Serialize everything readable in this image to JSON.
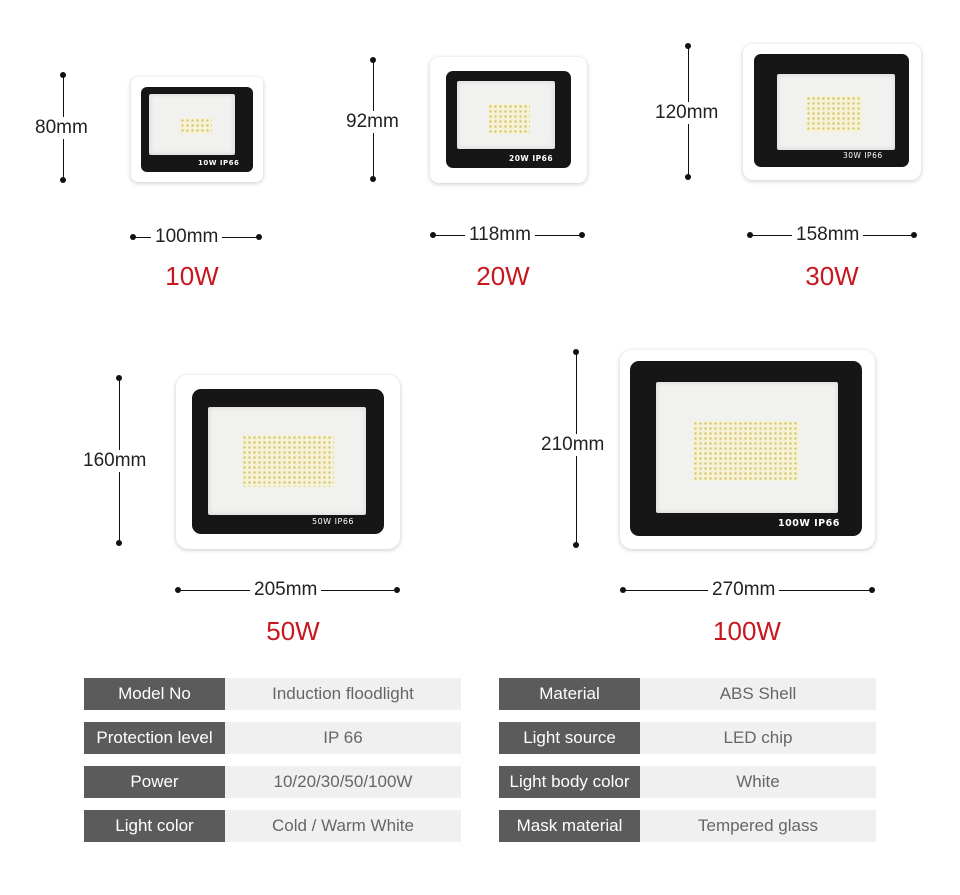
{
  "products": [
    {
      "watt": "10W",
      "height": "80mm",
      "width": "100mm",
      "tag": "10W  IP66"
    },
    {
      "watt": "20W",
      "height": "92mm",
      "width": "118mm",
      "tag": "20W  IP66"
    },
    {
      "watt": "30W",
      "height": "120mm",
      "width": "158mm",
      "tag": "30W  IP66"
    },
    {
      "watt": "50W",
      "height": "160mm",
      "width": "205mm",
      "tag": "50W  IP66"
    },
    {
      "watt": "100W",
      "height": "210mm",
      "width": "270mm",
      "tag": "100W  IP66"
    }
  ],
  "specs": [
    {
      "key": "Model No",
      "value": "Induction floodlight"
    },
    {
      "key": "Material",
      "value": "ABS Shell"
    },
    {
      "key": "Protection level",
      "value": "IP 66"
    },
    {
      "key": "Light source",
      "value": "LED chip"
    },
    {
      "key": "Power",
      "value": "10/20/30/50/100W"
    },
    {
      "key": "Light body color",
      "value": "White"
    },
    {
      "key": "Light color",
      "value": "Cold / Warm White"
    },
    {
      "key": "Mask material",
      "value": "Tempered glass"
    }
  ],
  "colors": {
    "accent": "#c8171e",
    "spec_key_bg": "#5b5b5b",
    "spec_val_bg": "#f0f0f0"
  }
}
